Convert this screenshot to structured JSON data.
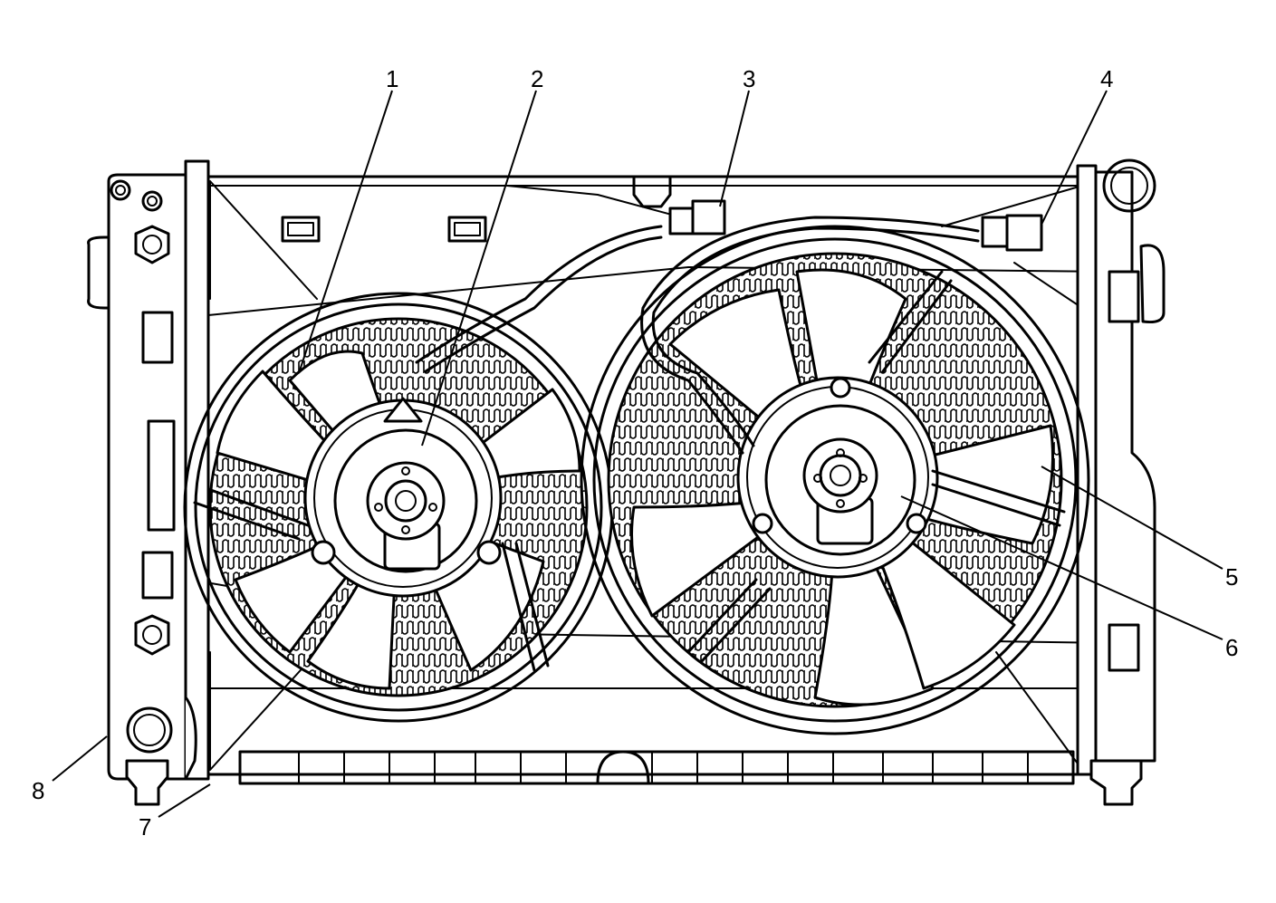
{
  "diagram": {
    "callouts": [
      {
        "id": 1,
        "label": "1"
      },
      {
        "id": 2,
        "label": "2"
      },
      {
        "id": 3,
        "label": "3"
      },
      {
        "id": 4,
        "label": "4"
      },
      {
        "id": 5,
        "label": "5"
      },
      {
        "id": 6,
        "label": "6"
      },
      {
        "id": 7,
        "label": "7"
      },
      {
        "id": 8,
        "label": "8"
      }
    ]
  }
}
